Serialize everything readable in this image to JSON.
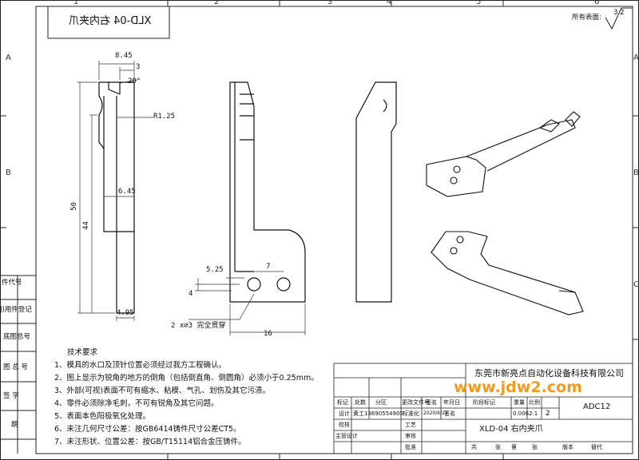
{
  "title_box": "XLD-04 右内夹爪",
  "roughness": {
    "label": "所有表面:",
    "value": "3.2"
  },
  "zones": {
    "top": [
      "1",
      "2",
      "3",
      "4",
      "5",
      "6"
    ],
    "side": [
      "A",
      "B",
      "C"
    ]
  },
  "dims": {
    "d1": "8.45",
    "d2": "3",
    "d3": "20°",
    "d4": "R1.25",
    "d5": "6.45",
    "d6": "50",
    "d7": "44",
    "d8": "4.95",
    "d9": "5.25",
    "d10": "7",
    "d11": "4",
    "d12": "2 x⌀3 完全贯穿",
    "d13": "16"
  },
  "left_labels": [
    "件代号",
    "J)用件登记",
    "底图总号",
    "图 总 号",
    "签  字",
    "期"
  ],
  "notes": {
    "heading": "技术要求",
    "items": [
      "1、模具的水口及顶针位置必须经过我方工程确认。",
      "2、图上显示为锐角的地方的倒角（包括倒直角、倒圆角）必须小于0.25mm。",
      "3、外部(可视)表面不可有缩水、粘模、气孔、划伤及其它污渍。",
      "4、零件必须除净毛刺，不可有锐角及其它问题。",
      "5、表面本色阳极氧化处理。",
      "6、未注几何尺寸公差：按GB6414铸件尺寸公差CT5。",
      "7、未注形状、位置公差：按GB/T15114铝合金压铸件。"
    ]
  },
  "title_block": {
    "company": "东莞市新亮点自动化设备科技有限公司",
    "watermark": "www.jdw2.com",
    "part_name": "XLD-04 右内夹爪",
    "material": "ADC12",
    "header_row": [
      "标记",
      "处数",
      "分区",
      "更改文件号",
      "签名",
      "年月日"
    ],
    "design": "设计",
    "designer": "黄工13690554905",
    "standardize": "标准化",
    "date": "2020/6/22",
    "date2": "签名",
    "review": "校核",
    "process": "工艺",
    "main_design": "主管设计",
    "audit": "审核",
    "approve": "批准",
    "stage": "阶段标记",
    "weight": "重量",
    "scale": "比例",
    "weight_val": "0.006",
    "scale_val": "2:1",
    "sheet_a": "共",
    "sheet_b": "张",
    "sheet_c": "第",
    "sheet_d": "张",
    "ver": "版本",
    "replace": "替代",
    "count": "2"
  }
}
